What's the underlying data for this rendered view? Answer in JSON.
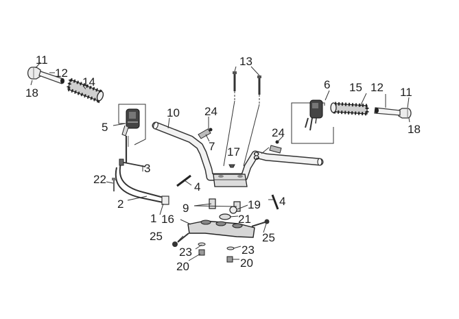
{
  "diagram": {
    "callouts": [
      {
        "key": "c11a",
        "text": "11"
      },
      {
        "key": "c12a",
        "text": "12"
      },
      {
        "key": "c18a",
        "text": "18"
      },
      {
        "key": "c14",
        "text": "14"
      },
      {
        "key": "c13",
        "text": "13"
      },
      {
        "key": "c6",
        "text": "6"
      },
      {
        "key": "c15",
        "text": "15"
      },
      {
        "key": "c12b",
        "text": "12"
      },
      {
        "key": "c11b",
        "text": "11"
      },
      {
        "key": "c18b",
        "text": "18"
      },
      {
        "key": "c10",
        "text": "10"
      },
      {
        "key": "c24a",
        "text": "24"
      },
      {
        "key": "c5",
        "text": "5"
      },
      {
        "key": "c7",
        "text": "7"
      },
      {
        "key": "c24b",
        "text": "24"
      },
      {
        "key": "c8",
        "text": "8"
      },
      {
        "key": "c17",
        "text": "17"
      },
      {
        "key": "c3",
        "text": "3"
      },
      {
        "key": "c22",
        "text": "22"
      },
      {
        "key": "c4a",
        "text": "4"
      },
      {
        "key": "c2",
        "text": "2"
      },
      {
        "key": "c4b",
        "text": "4"
      },
      {
        "key": "c9",
        "text": "9"
      },
      {
        "key": "c19",
        "text": "19"
      },
      {
        "key": "c1",
        "text": "1"
      },
      {
        "key": "c16",
        "text": "16"
      },
      {
        "key": "c21",
        "text": "21"
      },
      {
        "key": "c25a",
        "text": "25"
      },
      {
        "key": "c25b",
        "text": "25"
      },
      {
        "key": "c23a",
        "text": "23"
      },
      {
        "key": "c23b",
        "text": "23"
      },
      {
        "key": "c20a",
        "text": "20"
      },
      {
        "key": "c20b",
        "text": "20"
      }
    ]
  }
}
